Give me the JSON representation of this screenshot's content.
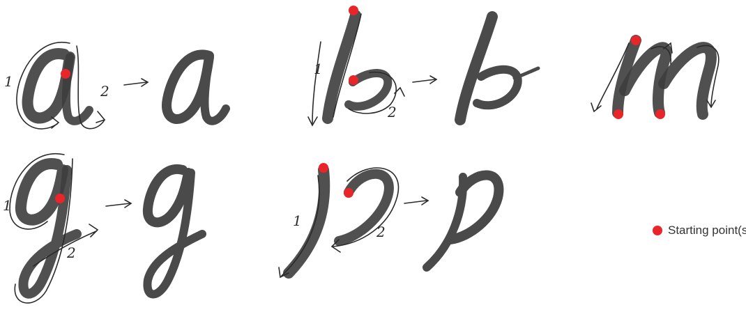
{
  "colors": {
    "start_point": "#e8262a",
    "ink": "#4a4a4a",
    "guide": "#2a2a2a",
    "background": "#ffffff"
  },
  "letters": [
    {
      "letter": "a",
      "stroke_numbers": [
        "1",
        "2"
      ]
    },
    {
      "letter": "b",
      "stroke_numbers": [
        "1",
        "2"
      ]
    },
    {
      "letter": "m",
      "stroke_numbers": []
    },
    {
      "letter": "g",
      "stroke_numbers": [
        "1",
        "2"
      ]
    },
    {
      "letter": "p",
      "stroke_numbers": [
        "1",
        "2"
      ]
    }
  ],
  "legend": {
    "icon": "red-dot-icon",
    "label": "Starting point(s)"
  }
}
